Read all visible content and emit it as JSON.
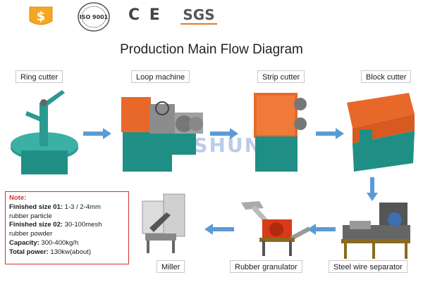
{
  "header": {
    "icons": [
      "s-shield-icon",
      "iso-9001-seal-icon",
      "ce-mark-icon",
      "sgs-logo-icon"
    ],
    "iso_text": "ISO 9001",
    "ce_text": "C E",
    "sgs_text": "SGS"
  },
  "title": "Production Main Flow Diagram",
  "watermark": "DAHSHUN",
  "machines": [
    {
      "label": "Ring cutter"
    },
    {
      "label": "Loop machine"
    },
    {
      "label": "Strip cutter"
    },
    {
      "label": "Block cutter"
    },
    {
      "label": "Steel wire separator"
    },
    {
      "label": "Rubber granulator"
    },
    {
      "label": "Miller"
    }
  ],
  "note": {
    "title": "Note:",
    "lines": [
      {
        "key": "Finished size 01:",
        "value": " 1-3 / 2-4mm"
      },
      {
        "key": "",
        "value": "rubber particle"
      },
      {
        "key": "Finished size 02:",
        "value": " 30-100mesh"
      },
      {
        "key": "",
        "value": "rubber powder"
      },
      {
        "key": "Capacity:",
        "value": " 300-400kg/h"
      },
      {
        "key": "Total power:",
        "value": " 130kw(about)"
      }
    ]
  },
  "colors": {
    "machine_body": "#1f8f86",
    "machine_orange": "#e8682a",
    "arrow": "#5b9bd5",
    "note_border": "#d32f2f"
  }
}
